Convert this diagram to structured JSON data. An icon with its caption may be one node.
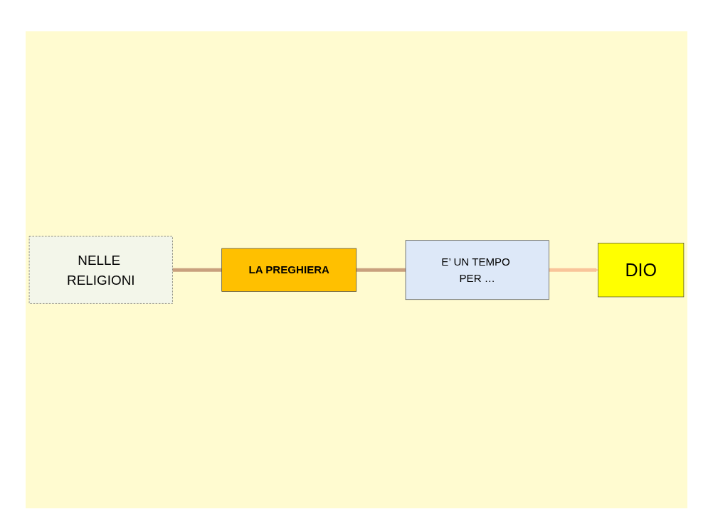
{
  "diagram": {
    "nodes": [
      {
        "text": [
          "NELLE RELIGIONI"
        ]
      },
      {
        "text": [
          "LA PREGHIERA"
        ]
      },
      {
        "text": [
          "E’ UN TEMPO PER …"
        ]
      },
      {
        "text": [
          "DIO"
        ]
      }
    ],
    "edges": [
      {
        "from": 0,
        "to": 1,
        "arrow": "none"
      },
      {
        "from": 1,
        "to": 2,
        "arrow": "none"
      },
      {
        "from": 2,
        "to": 3,
        "arrow": "to",
        "color": "#f9c49a"
      }
    ]
  }
}
